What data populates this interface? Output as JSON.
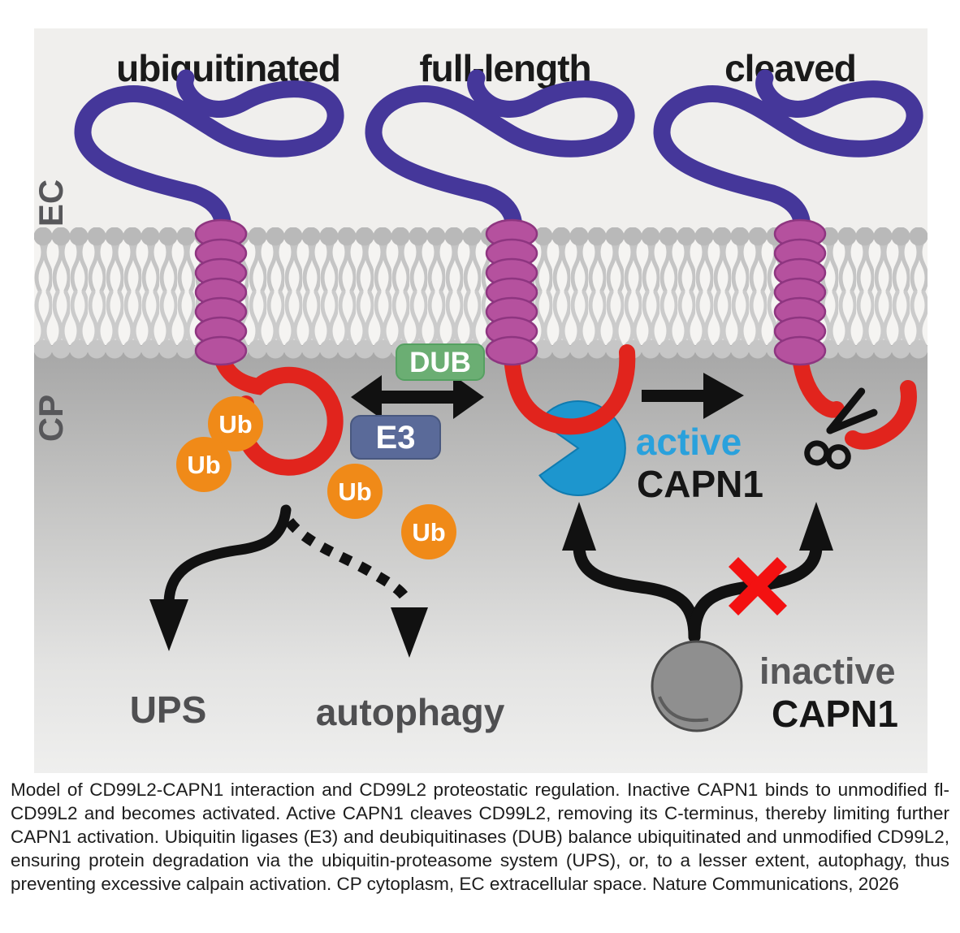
{
  "figure": {
    "states": [
      {
        "label": "ubiquitinated"
      },
      {
        "label": "full-length"
      },
      {
        "label": "cleaved"
      }
    ],
    "compartment_labels": {
      "extracellular": "EC",
      "cytoplasm": "CP"
    },
    "enzyme_boxes": {
      "dub": "DUB",
      "e3": "E3"
    },
    "ubiquitin_label": "Ub",
    "active_capn1": {
      "line1": "active",
      "line2": "CAPN1"
    },
    "inactive_capn1": {
      "line1": "inactive",
      "line2": "CAPN1"
    },
    "degradation": {
      "ups": "UPS",
      "autophagy": "autophagy"
    },
    "colors": {
      "ec_background": "#f0efed",
      "cytoplasm_top": "#a6a6a6",
      "cytoplasm_bottom": "#efefee",
      "protein_ec_domain": "#45379a",
      "transmembrane_helix": "#b5519e",
      "c_terminal_tail": "#e1241d",
      "ubiquitin": "#f08a18",
      "dub_box": "#6bae73",
      "e3_box": "#5a6a99",
      "active_capn1_blue": "#1d96ce",
      "inactive_capn1_gray": "#8f8f8f",
      "block_x_red": "#f31111",
      "arrow_black": "#111111",
      "lipid_head": "#b9b9b9"
    }
  },
  "caption": {
    "text": "Model of CD99L2-CAPN1 interaction and CD99L2 proteostatic regulation. Inactive CAPN1 binds to unmodified fl-CD99L2 and becomes activated. Active CAPN1 cleaves CD99L2, removing its C-terminus, thereby limiting further CAPN1 activation. Ubiquitin ligases (E3) and deubiquitinases (DUB) balance ubiquitinated and unmodified CD99L2, ensuring protein degradation via the ubiquitin-proteasome system (UPS), or, to a lesser extent, autophagy, thus preventing excessive calpain activation. CP cytoplasm, EC extracellular space. Nature Communications, 2026"
  }
}
